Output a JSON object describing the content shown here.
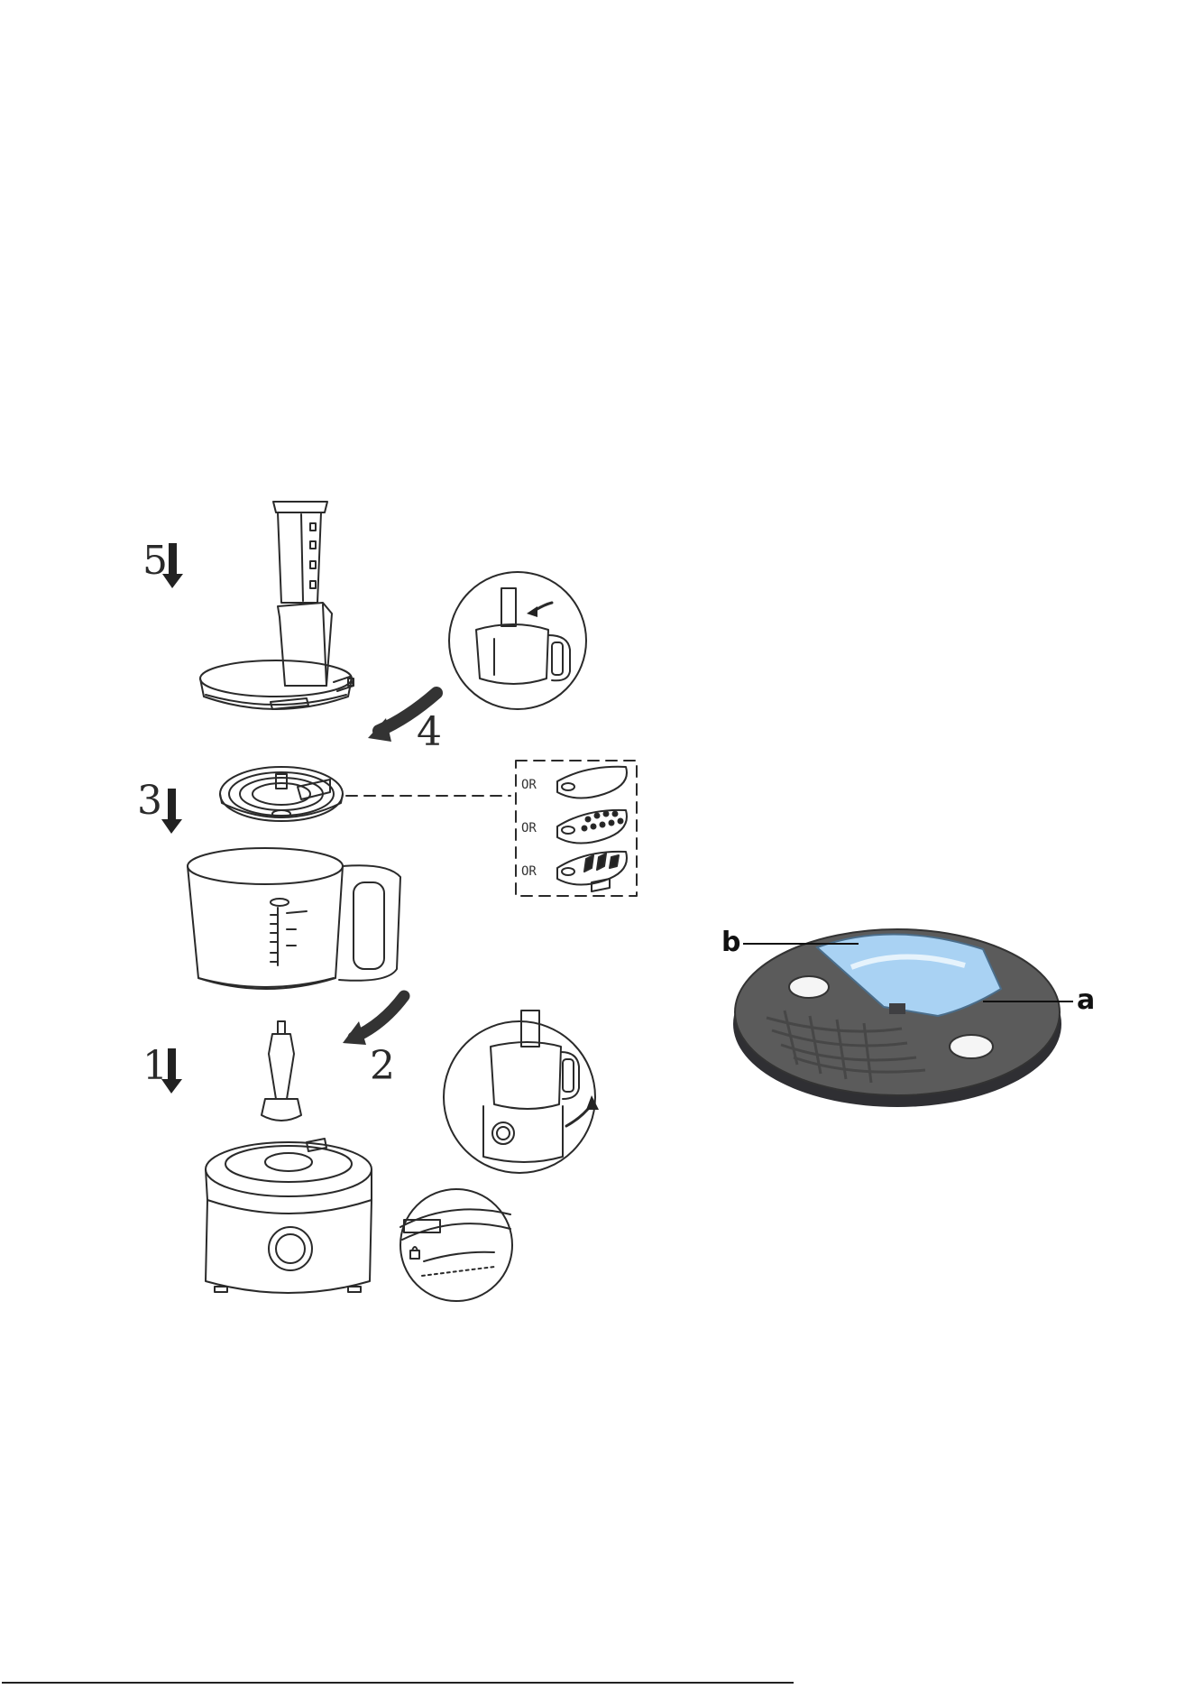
{
  "steps": {
    "step1": "1",
    "step2": "2",
    "step3": "3",
    "step4": "4",
    "step5": "5"
  },
  "disc_options": [
    "OR",
    "OR",
    "OR"
  ],
  "callouts": {
    "a": "a",
    "b": "b"
  },
  "icons": {
    "arrow_down": "arrow-down-icon",
    "arrow_curved": "curved-arrow-icon",
    "lock": "lock-icon"
  },
  "colors": {
    "line": "#2a2a2a",
    "disc_body": "#5b5b5b",
    "disc_highlight": "#a9d2f3"
  }
}
